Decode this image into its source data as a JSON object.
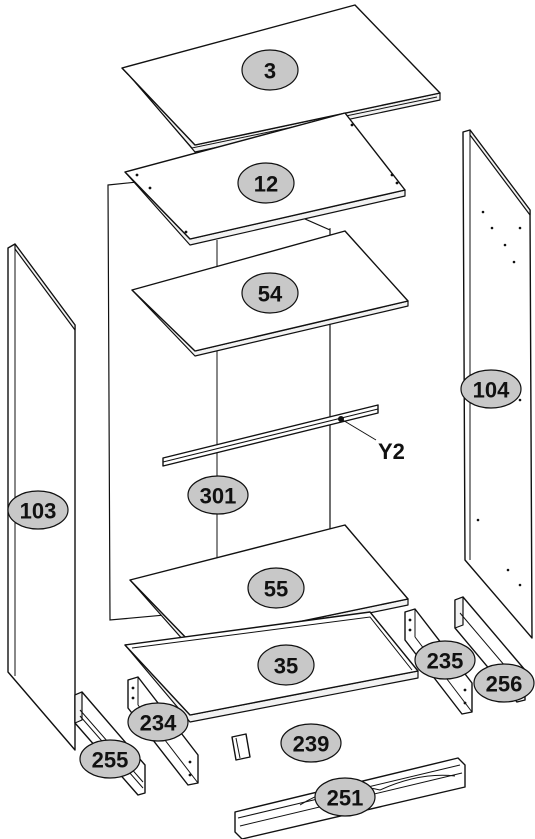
{
  "diagram": {
    "part_labels": {
      "p3": "3",
      "p12": "12",
      "p54": "54",
      "p301": "301",
      "p55": "55",
      "p35": "35",
      "p103": "103",
      "p104": "104",
      "p234": "234",
      "p235": "235",
      "p239": "239",
      "p251": "251",
      "p255": "255",
      "p256": "256"
    },
    "callout_label": "Y2"
  }
}
